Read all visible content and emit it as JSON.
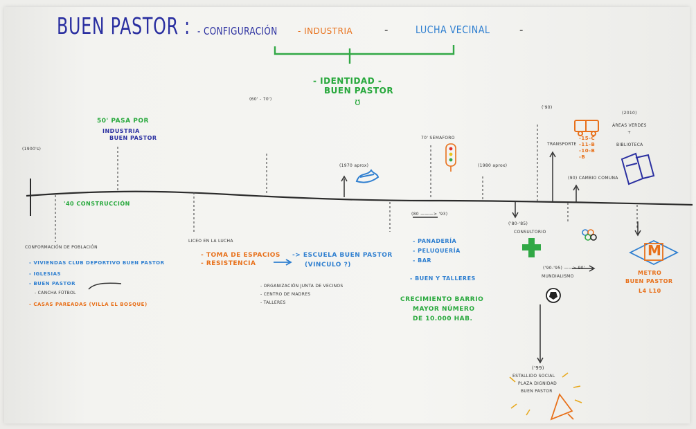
{
  "title": {
    "main": "BUEN PASTOR :",
    "items": [
      "- CONFIGURACIÓN",
      "- INDUSTRIA",
      "-",
      "LUCHA VECINAL",
      "-"
    ]
  },
  "identity": {
    "lines": [
      "- IDENTIDAD -",
      "BUEN PASTOR"
    ],
    "symbol": "ʊ"
  },
  "timeline": {
    "above": [
      {
        "text": "(1900's)"
      },
      {
        "text": "50' PASA POR",
        "sub": [
          "INDUSTRIA",
          "BUEN PASTOR"
        ]
      },
      {
        "text": "(60' - 70')"
      },
      {
        "text": "(1970 aprox)"
      },
      {
        "text": "70' SEMAFORO"
      },
      {
        "text": "(1980 aprox)"
      },
      {
        "text": "('90)"
      },
      {
        "text": "TRANSPORTE",
        "sub": [
          "-15-C",
          "-11-B",
          "-10-B",
          "-B"
        ]
      },
      {
        "text": "(2010)",
        "sub": [
          "ÁREAS VERDES",
          "+",
          "BIBLIOTECA"
        ]
      },
      {
        "text": "(90) CAMBIO COMUNA"
      }
    ],
    "below": [
      {
        "text": "'40 CONSTRUCCIÓN",
        "color": "green"
      },
      {
        "text": "CONFORMACIÓN  DE POBLACIÓN"
      },
      {
        "text": "LICEO EN LA LUCHA"
      },
      {
        "text": "- TOMA DE ESPACIOS",
        "color": "orange"
      },
      {
        "text": "- RESISTENCIA",
        "color": "orange"
      },
      {
        "text": "-> ESCUELA BUEN PASTOR",
        "color": "blue"
      },
      {
        "text": "(VINCULO ?)",
        "color": "blue"
      },
      {
        "text": "(80 ———> '93)"
      },
      {
        "text": "- PANADERÍA",
        "color": "blue"
      },
      {
        "text": "- PELUQUERÍA",
        "color": "blue"
      },
      {
        "text": "- BAR",
        "color": "blue"
      },
      {
        "text": "- BUEN Y TALLERES",
        "color": "blue"
      },
      {
        "text": "CRECIMIENTO BARRIO",
        "color": "green"
      },
      {
        "text": "MAYOR NÚMERO",
        "color": "green"
      },
      {
        "text": "DE 10.000 HAB.",
        "color": "green"
      },
      {
        "text": "('80-'85)"
      },
      {
        "text": "CONSULTORIO"
      },
      {
        "text": "('90-'95) ——> 90'"
      },
      {
        "text": "MUNDIALISMO"
      },
      {
        "text": "('99)"
      },
      {
        "text": "METRO",
        "color": "orange"
      },
      {
        "text": "BUEN PASTOR",
        "color": "orange"
      },
      {
        "text": "L4  L10",
        "color": "orange"
      }
    ],
    "left_notes": [
      {
        "text": "CONFORMACIÓN DE POBLACIÓN"
      },
      {
        "text": "- VIVIENDAS CLUB DEPORTIVO BUEN PASTOR",
        "color": "blue"
      },
      {
        "text": "- IGLESIAS",
        "color": "blue"
      },
      {
        "text": "- BUEN PASTOR",
        "color": "blue"
      },
      {
        "text": "- CANCHA FÚTBOL",
        "color": "dark"
      },
      {
        "text": "- CASAS PAREADAS (VILLA EL BOSQUE)",
        "color": "orange"
      }
    ],
    "small_notes": [
      "- ORGANIZACIÓN JUNTA DE VECINOS",
      "- CENTRO DE MADRES",
      "- TALLERES"
    ],
    "bottom_note": [
      "ESTALLIDO SOCIAL",
      "PLAZA DIGNIDAD",
      "BUEN PASTOR"
    ]
  },
  "icons": {
    "metro": "M",
    "cross": "+",
    "megaphone": "megaphone",
    "bus": "bus"
  }
}
